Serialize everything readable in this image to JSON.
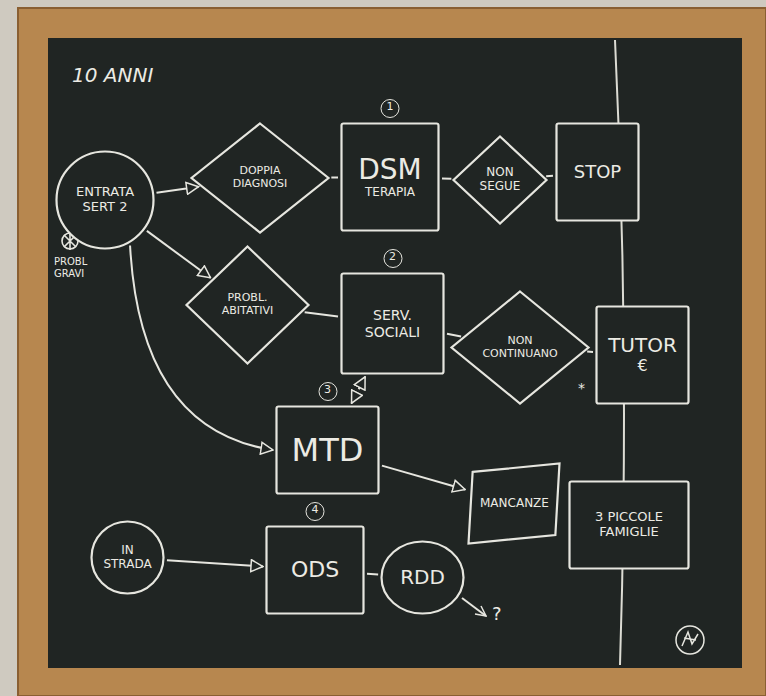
{
  "diagram": {
    "title": "10 ANNI",
    "nodes": [
      {
        "text": [
          "ENTRATA SERT 2"
        ]
      },
      {
        "text": [
          "DOPPIA DIAGNOSI"
        ]
      },
      {
        "text": [
          "1",
          "DSM",
          "TERAPIA"
        ]
      },
      {
        "text": [
          "NON SEGUE"
        ]
      },
      {
        "text": [
          "STOP"
        ]
      },
      {
        "text": [
          "PROBL. ABITATIVI"
        ]
      },
      {
        "text": [
          "2",
          "SERV. SOCIALI"
        ]
      },
      {
        "text": [
          "NON CONTINUANO"
        ]
      },
      {
        "text": [
          "TUTOR",
          "€"
        ]
      },
      {
        "text": [
          "3",
          "MTD"
        ]
      },
      {
        "text": [
          "MANCANZE"
        ]
      },
      {
        "text": [
          "3 PICCOLE FAMIGLIE"
        ]
      },
      {
        "text": [
          "IN STRADA"
        ]
      },
      {
        "text": [
          "4",
          "ODS"
        ]
      },
      {
        "text": [
          "RDD"
        ]
      }
    ],
    "edges": [
      {
        "from": 0,
        "to": 1,
        "arrow": "to"
      },
      {
        "from": 0,
        "to": 5,
        "arrow": "to"
      },
      {
        "from": 0,
        "to": 9,
        "arrow": "to"
      },
      {
        "from": 1,
        "to": 2,
        "arrow": "none"
      },
      {
        "from": 2,
        "to": 3,
        "arrow": "none"
      },
      {
        "from": 3,
        "to": 4,
        "arrow": "none"
      },
      {
        "from": 5,
        "to": 6,
        "arrow": "none"
      },
      {
        "from": 6,
        "to": 7,
        "arrow": "none"
      },
      {
        "from": 7,
        "to": 8,
        "arrow": "none"
      },
      {
        "from": 6,
        "to": 9,
        "arrow": "both"
      },
      {
        "from": 9,
        "to": 10,
        "arrow": "to"
      },
      {
        "from": 12,
        "to": 13,
        "arrow": "to"
      },
      {
        "from": 13,
        "to": 14,
        "arrow": "none"
      }
    ],
    "labels": [
      "PROBL GRAVI",
      "*",
      "?"
    ]
  }
}
